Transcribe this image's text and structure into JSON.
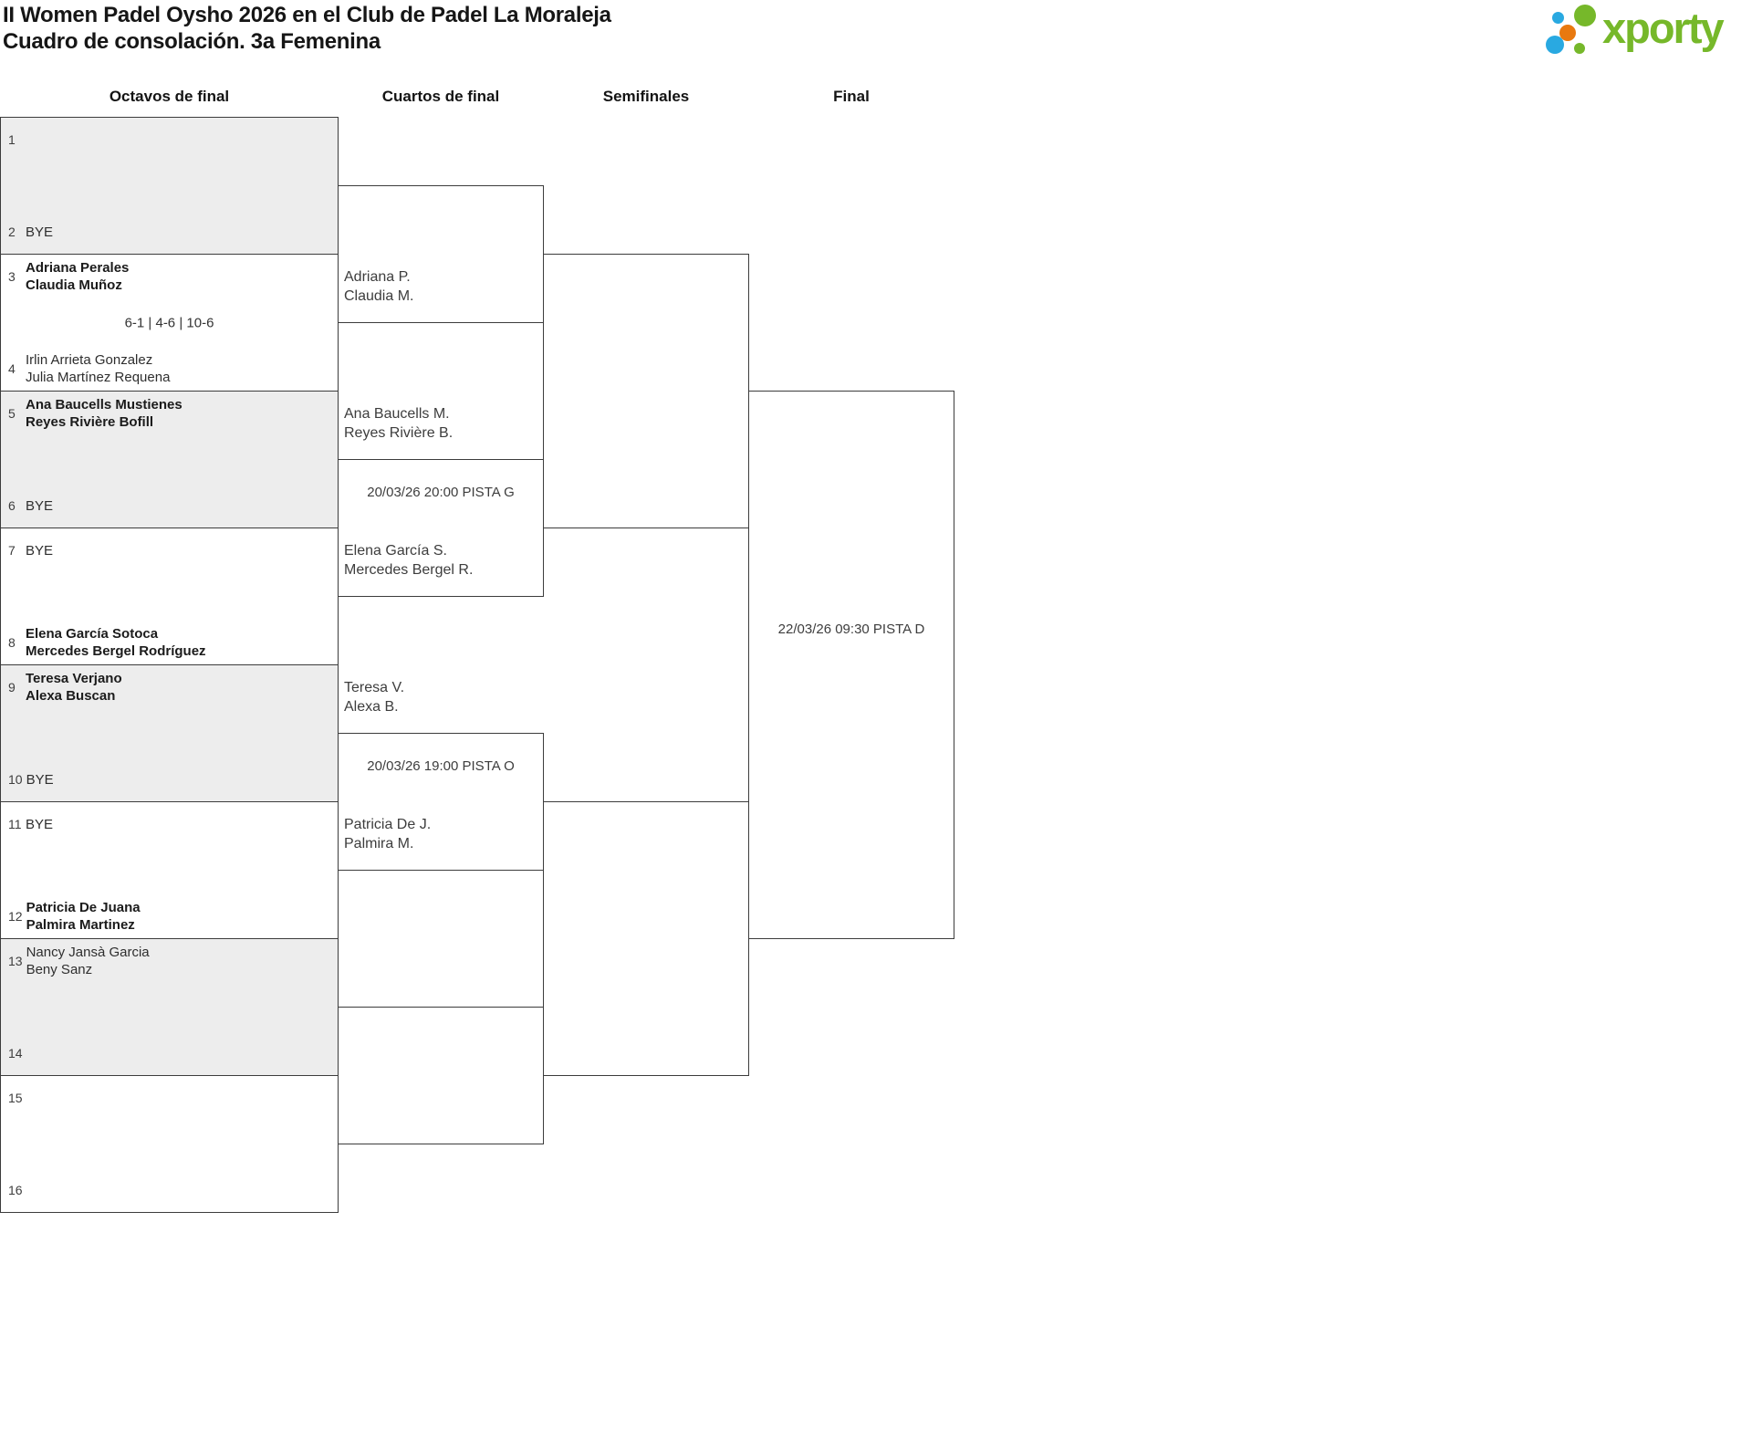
{
  "page": {
    "title_line1": "II Women Padel Oysho 2026 en el Club de Padel La Moraleja",
    "title_line2": "Cuadro de consolación. 3a Femenina"
  },
  "logo": {
    "text": "xporty",
    "colors": {
      "green": "#76b82a",
      "blue": "#29a9e1",
      "orange": "#e8790f"
    }
  },
  "headers": {
    "octavos": "Octavos de final",
    "cuartos": "Cuartos de final",
    "semifinales": "Semifinales",
    "final": "Final"
  },
  "colors": {
    "box_border": "#3c3c3c",
    "shaded_match_bg": "#ededed"
  },
  "octavos": {
    "matches": [
      {
        "slots": [
          {
            "num": "1",
            "lines": []
          },
          {
            "num": "2",
            "lines": [
              "BYE"
            ]
          }
        ]
      },
      {
        "score": "6-1 | 4-6 | 10-6",
        "slots": [
          {
            "num": "3",
            "lines": [
              "Adriana Perales",
              "Claudia Muñoz"
            ]
          },
          {
            "num": "4",
            "lines": [
              "Irlin Arrieta Gonzalez",
              "Julia Martínez Requena"
            ]
          }
        ]
      },
      {
        "slots": [
          {
            "num": "5",
            "lines": [
              "Ana Baucells Mustienes",
              "Reyes Rivière Bofill"
            ]
          },
          {
            "num": "6",
            "lines": [
              "BYE"
            ]
          }
        ]
      },
      {
        "slots": [
          {
            "num": "7",
            "lines": [
              "BYE"
            ]
          },
          {
            "num": "8",
            "lines": [
              "Elena García Sotoca",
              "Mercedes Bergel Rodríguez"
            ]
          }
        ]
      },
      {
        "slots": [
          {
            "num": "9",
            "lines": [
              "Teresa Verjano",
              "Alexa Buscan"
            ]
          },
          {
            "num": "10",
            "lines": [
              "BYE"
            ]
          }
        ]
      },
      {
        "slots": [
          {
            "num": "11",
            "lines": [
              "BYE"
            ]
          },
          {
            "num": "12",
            "lines": [
              "Patricia De Juana",
              "Palmira Martinez"
            ]
          }
        ]
      },
      {
        "slots": [
          {
            "num": "13",
            "lines": [
              "Nancy Jansà Garcia",
              "Beny Sanz"
            ]
          },
          {
            "num": "14",
            "lines": []
          }
        ]
      },
      {
        "slots": [
          {
            "num": "15",
            "lines": []
          },
          {
            "num": "16",
            "lines": []
          }
        ]
      }
    ]
  },
  "cuartos": {
    "teams": [
      {
        "line1": "Adriana P.",
        "line2": "Claudia M."
      },
      {
        "line1": "Ana Baucells M.",
        "line2": "Reyes Rivière B."
      },
      {
        "line1": "Elena García S.",
        "line2": "Mercedes Bergel R."
      },
      {
        "line1": "Teresa V.",
        "line2": "Alexa B."
      },
      {
        "line1": "Patricia De J.",
        "line2": "Palmira M."
      }
    ],
    "qf2_info": "20/03/26 20:00 PISTA G",
    "qf3_info": "20/03/26 19:00 PISTA O"
  },
  "final_match": {
    "info": "22/03/26 09:30 PISTA D"
  }
}
